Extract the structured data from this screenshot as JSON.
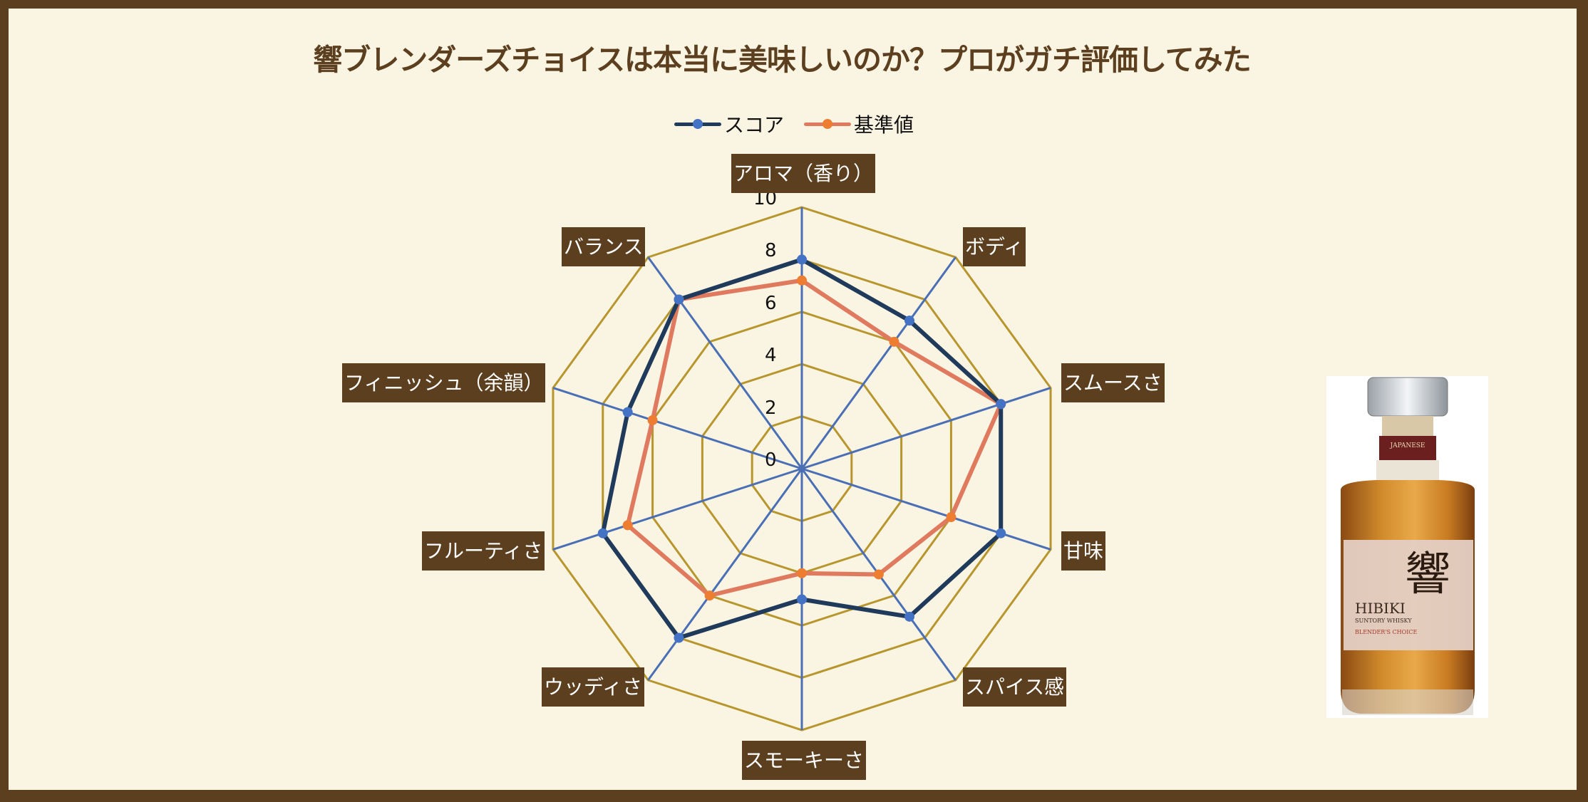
{
  "title": "響ブレンダーズチョイスは本当に美味しいのか？プロがガチ評価してみた",
  "legend": [
    {
      "label": "スコア",
      "line_color": "#1f3a5a",
      "marker_color": "#4472c4"
    },
    {
      "label": "基準値",
      "line_color": "#e07a5f",
      "marker_color": "#ed7d31"
    }
  ],
  "chart_data": {
    "type": "radar",
    "title": "響ブレンダーズチョイスは本当に美味しいのか？プロがガチ評価してみた",
    "categories": [
      "アロマ（香り）",
      "ボディ",
      "スムースさ",
      "甘味",
      "スパイス感",
      "スモーキーさ",
      "ウッディさ",
      "フルーティさ",
      "フィニッシュ（余韻）",
      "バランス"
    ],
    "series": [
      {
        "name": "スコア",
        "values": [
          8,
          7,
          8,
          8,
          7,
          5,
          8,
          8,
          7,
          8
        ]
      },
      {
        "name": "基準値",
        "values": [
          7.2,
          6,
          8,
          6,
          5,
          4,
          6,
          7,
          6,
          8
        ]
      }
    ],
    "rlim": [
      0,
      10
    ],
    "ticks": [
      "0",
      "2",
      "4",
      "6",
      "8",
      "10"
    ],
    "grid": true,
    "legend_position": "top"
  },
  "product_image": {
    "alt": "HIBIKI SUNTORY WHISKY BLENDER'S CHOICE bottle",
    "brand": "HIBIKI",
    "subtitle": "SUNTORY WHISKY",
    "edition": "BLENDER'S CHOICE",
    "kanji": "響"
  },
  "colors": {
    "frame": "#5c3f1f",
    "background": "#faf4e3",
    "grid": "#b8962e",
    "spokes": "#4a6fb5",
    "label_bg": "#5c3f1f",
    "label_text": "#ffffff"
  }
}
